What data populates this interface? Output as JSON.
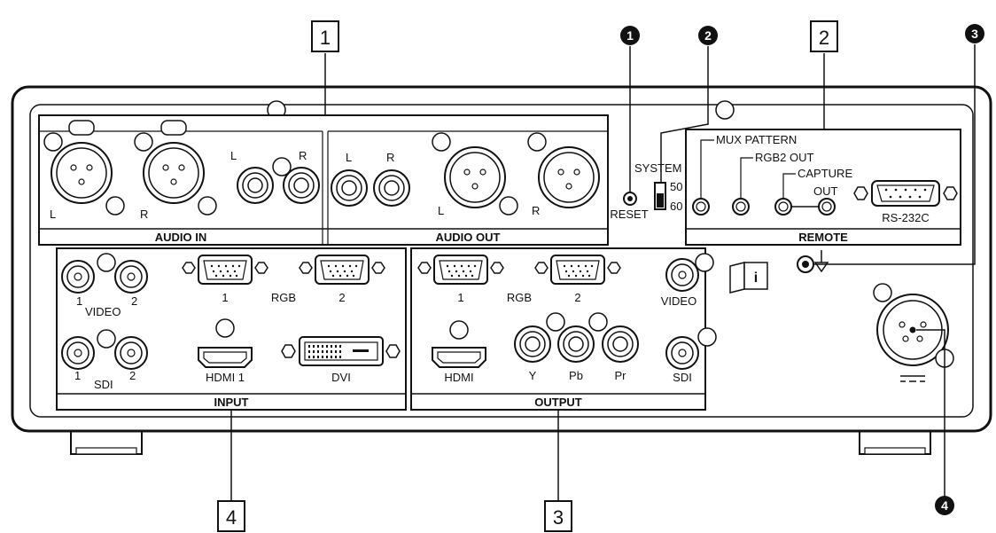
{
  "callouts": {
    "box1": "1",
    "box2": "2",
    "box3": "3",
    "box4": "4",
    "dot1": "1",
    "dot2": "2",
    "dot3": "3",
    "dot4": "4"
  },
  "audio_in": {
    "title": "AUDIO IN",
    "xlr_l": "L",
    "xlr_r": "R",
    "rca_l": "L",
    "rca_r": "R"
  },
  "audio_out": {
    "title": "AUDIO OUT",
    "rca_l": "L",
    "rca_r": "R",
    "xlr_l": "L",
    "xlr_r": "R"
  },
  "reset": "RESET",
  "system": {
    "label": "SYSTEM",
    "opt_50": "50",
    "opt_60": "60"
  },
  "remote": {
    "title": "REMOTE",
    "mux": "MUX PATTERN",
    "rgb2": "RGB2 OUT",
    "capture": "CAPTURE",
    "out": "OUT",
    "rs232": "RS-232C"
  },
  "input": {
    "title": "INPUT",
    "video": "VIDEO",
    "video_1": "1",
    "video_2": "2",
    "rgb": "RGB",
    "rgb_1": "1",
    "rgb_2": "2",
    "sdi": "SDI",
    "sdi_1": "1",
    "sdi_2": "2",
    "hdmi": "HDMI 1",
    "dvi": "DVI"
  },
  "output": {
    "title": "OUTPUT",
    "rgb": "RGB",
    "rgb_1": "1",
    "rgb_2": "2",
    "video": "VIDEO",
    "hdmi": "HDMI",
    "y": "Y",
    "pb": "Pb",
    "pr": "Pr",
    "sdi": "SDI"
  },
  "info_icon": "i",
  "icons": [
    "info-book-icon",
    "ground-icon",
    "dc-power-icon"
  ]
}
